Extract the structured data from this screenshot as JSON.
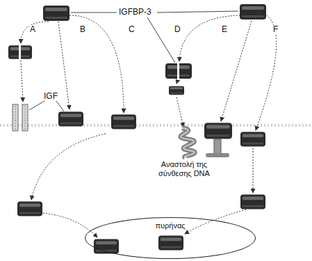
{
  "diagram": {
    "nodes": [
      {
        "text": [
          "πυρήνας"
        ]
      }
    ],
    "labels": [
      "IGFBP-3",
      "A",
      "B",
      "C",
      "D",
      "E",
      "F",
      "IGF",
      "Αναστολή της σύνθεσης DNA"
    ]
  }
}
